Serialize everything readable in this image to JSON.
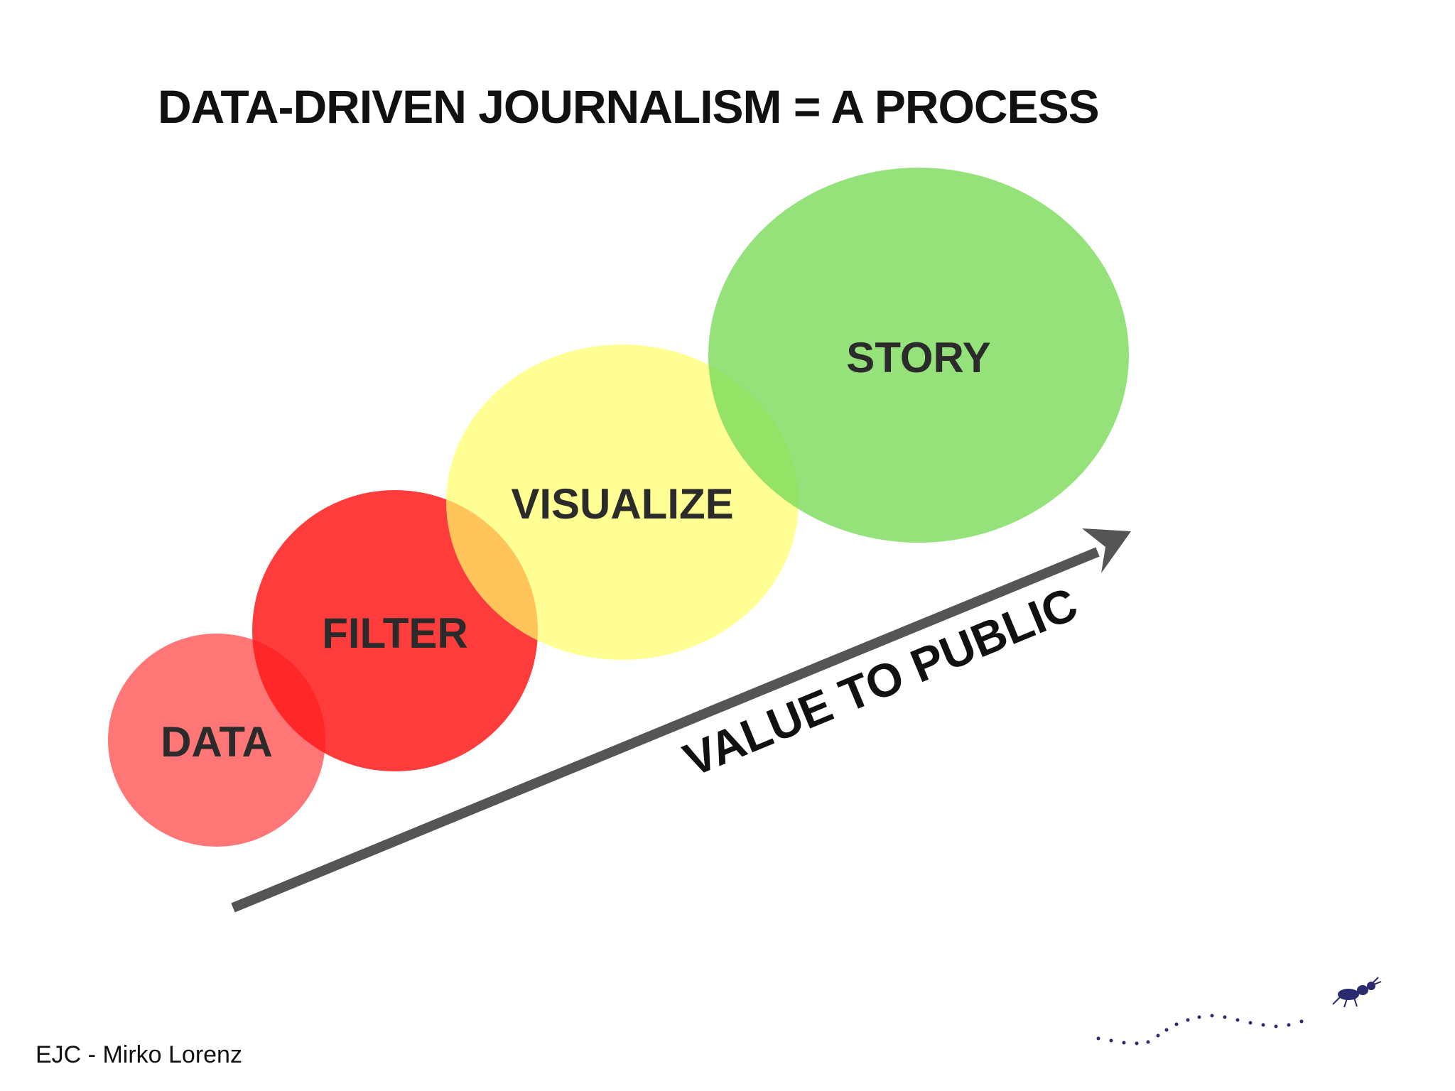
{
  "title": "DATA-DRIVEN JOURNALISM = A PROCESS",
  "stages": [
    {
      "label": "DATA",
      "color": "#ff5e5e"
    },
    {
      "label": "FILTER",
      "color": "#ff1a1a"
    },
    {
      "label": "VISUALIZE",
      "color": "#ffff80"
    },
    {
      "label": "STORY",
      "color": "#86e06a"
    }
  ],
  "arrow": {
    "label": "VALUE TO PUBLIC",
    "color": "#555555"
  },
  "footer": "EJC - Mirko Lorenz",
  "logo": {
    "icon": "ant-trail-logo",
    "color": "#2a2a6e"
  }
}
